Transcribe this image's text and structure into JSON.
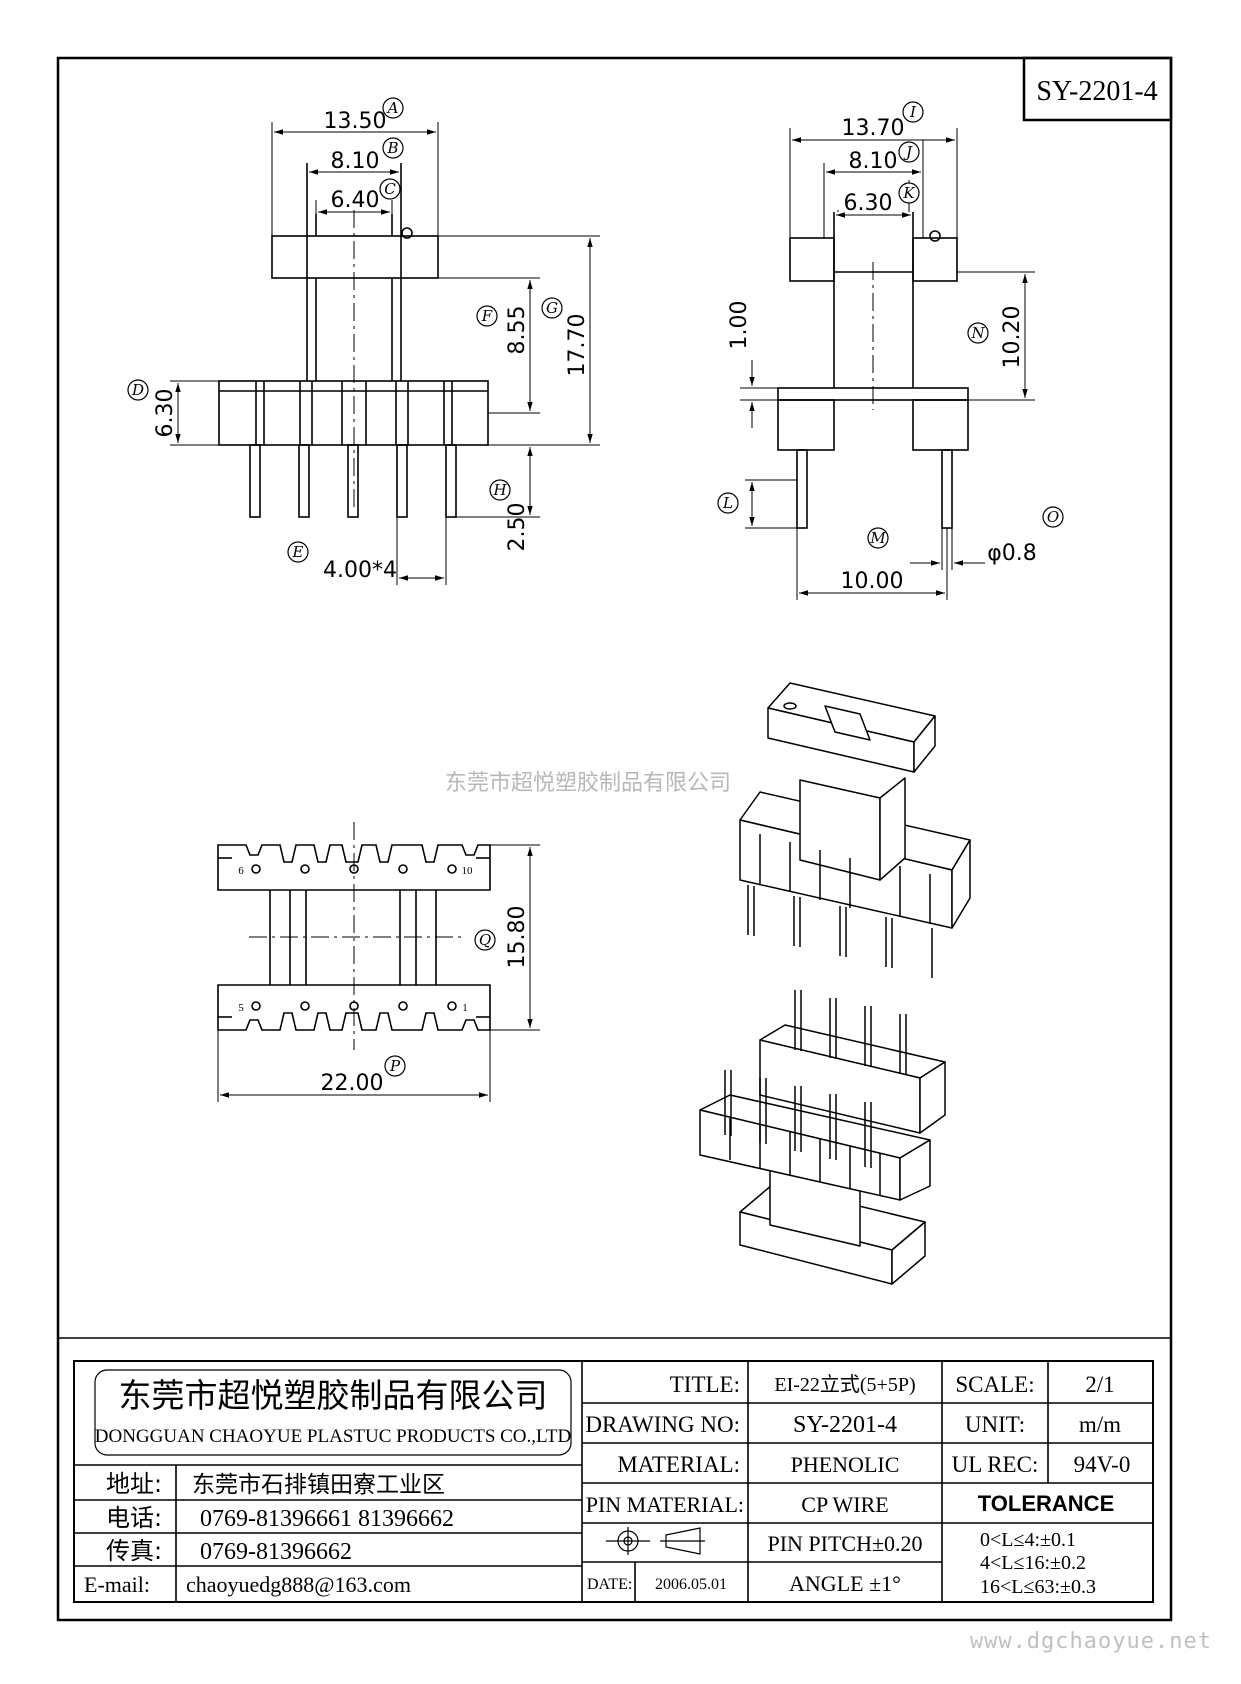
{
  "part_number": "SY-2201-4",
  "dimensions": {
    "A": "13.50",
    "B": "8.10",
    "C": "6.40",
    "D": "6.30",
    "E": "4.00*4",
    "F": "8.55",
    "G": "17.70",
    "H": "2.50",
    "I": "13.70",
    "J": "8.10",
    "K": "6.30",
    "L": "1.00",
    "M": "10.00",
    "N": "10.20",
    "O": "φ0.8",
    "P": "22.00",
    "Q": "15.80"
  },
  "callouts": [
    "A",
    "B",
    "C",
    "D",
    "E",
    "F",
    "G",
    "H",
    "I",
    "J",
    "K",
    "L",
    "M",
    "N",
    "O",
    "P",
    "Q"
  ],
  "pin_numbers": {
    "top_left": "6",
    "top_right": "10",
    "bottom_left": "5",
    "bottom_right": "1"
  },
  "watermark_center": "东莞市超悦塑胶制品有限公司",
  "watermark_corner": "www.dgchaoyue.net",
  "title_block": {
    "company_cn": "东莞市超悦塑胶制品有限公司",
    "company_en": "DONGGUAN CHAOYUE PLASTUC PRODUCTS CO.,LTD",
    "address_label": "地址:",
    "address": "东莞市石排镇田寮工业区",
    "phone_label": "电话:",
    "phone": "0769-81396661   81396662",
    "fax_label": "传真:",
    "fax": "0769-81396662",
    "email_label": "E-mail:",
    "email": "chaoyuedg888@163.com",
    "title_label": "TITLE:",
    "title": "EI-22立式(5+5P)",
    "drawing_no_label": "DRAWING NO:",
    "drawing_no": "SY-2201-4",
    "material_label": "MATERIAL:",
    "material": "PHENOLIC",
    "pin_material_label": "PIN MATERIAL:",
    "pin_material": "CP WIRE",
    "date_label": "DATE:",
    "date": "2006.05.01",
    "pin_pitch": "PIN PITCH±0.20",
    "angle": "ANGLE  ±1°",
    "scale_label": "SCALE:",
    "scale": "2/1",
    "unit_label": "UNIT:",
    "unit": "m/m",
    "ul_rec_label": "UL REC:",
    "ul_rec": "94V-0",
    "tolerance_label": "TOLERANCE",
    "tolerances": [
      "0<L≤4:±0.1",
      "4<L≤16:±0.2",
      "16<L≤63:±0.3"
    ]
  }
}
